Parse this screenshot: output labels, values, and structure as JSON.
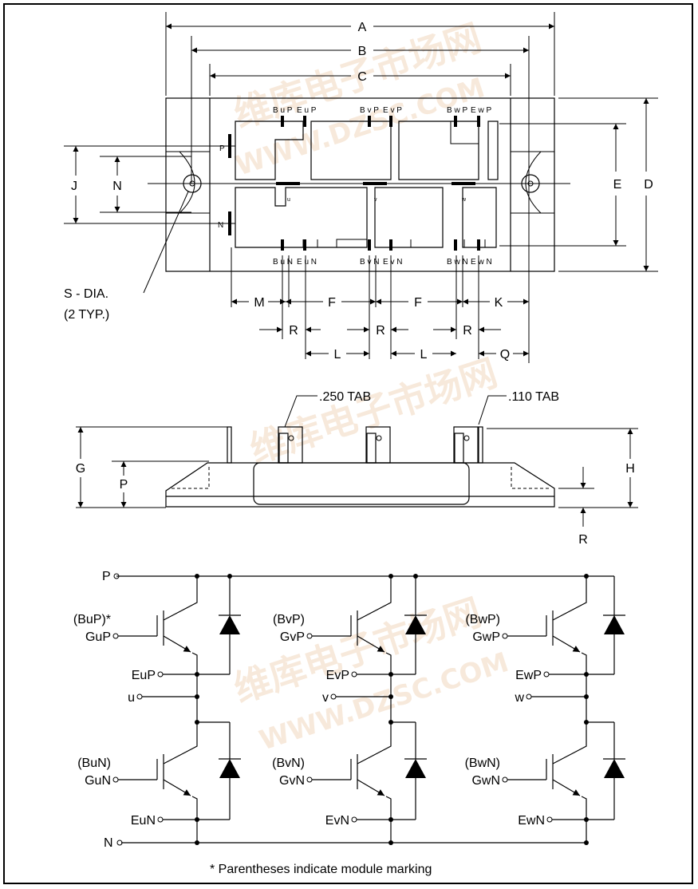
{
  "watermark": {
    "chinese": "维库电子市场网",
    "site": "WWW.DZSC.COM",
    "color": "#e9a86a"
  },
  "top_view": {
    "dims": [
      "A",
      "B",
      "C",
      "D",
      "E",
      "J",
      "N"
    ],
    "bottom_dims": {
      "M": "M",
      "F1": "F",
      "F2": "F",
      "K": "K",
      "R1": "R",
      "R2": "R",
      "R3": "R",
      "L1": "L",
      "L2": "L",
      "Q": "Q"
    },
    "mount_hole": "S - DIA.",
    "mount_hole_note": "(2 TYP.)",
    "terminal_labels_top": [
      "B u P",
      "E u P",
      "B v P",
      "E v P",
      "B w P",
      "E w P"
    ],
    "terminal_labels_bottom": [
      "B u N",
      "E u N",
      "B v N",
      "E v N",
      "B w N",
      "E w N"
    ],
    "side_labels": {
      "p": "P",
      "n": "N"
    },
    "phase_labels": [
      "u",
      "v",
      "w"
    ]
  },
  "side_view": {
    "tab_250": ".250 TAB",
    "tab_110": ".110 TAB",
    "dims": {
      "G": "G",
      "P": "P",
      "H": "H",
      "R": "R"
    }
  },
  "schematic": {
    "rail_p": "P",
    "rail_n": "N",
    "phases": [
      {
        "gate_upper_marking": "(BuP)*",
        "gate_upper": "GuP",
        "emitter_upper": "EuP",
        "output": "u",
        "gate_lower_marking": "(BuN)",
        "gate_lower": "GuN",
        "emitter_lower": "EuN"
      },
      {
        "gate_upper_marking": "(BvP)",
        "gate_upper": "GvP",
        "emitter_upper": "EvP",
        "output": "v",
        "gate_lower_marking": "(BvN)",
        "gate_lower": "GvN",
        "emitter_lower": "EvN"
      },
      {
        "gate_upper_marking": "(BwP)",
        "gate_upper": "GwP",
        "emitter_upper": "EwP",
        "output": "w",
        "gate_lower_marking": "(BwN)",
        "gate_lower": "GwN",
        "emitter_lower": "EwN"
      }
    ],
    "footnote": "* Parentheses indicate module marking"
  }
}
